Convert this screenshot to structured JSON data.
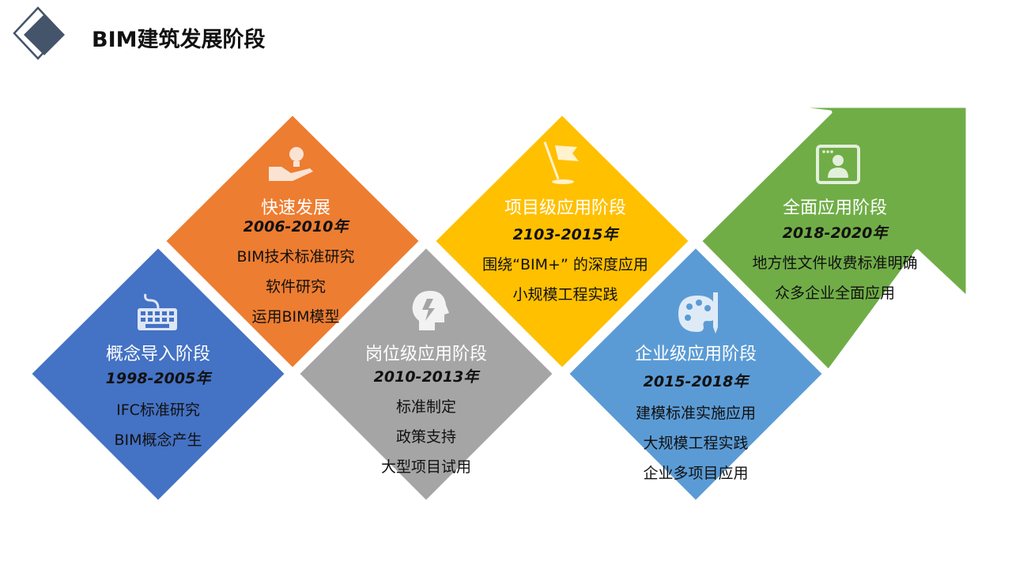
{
  "page_title": "BIM建筑发展阶段",
  "colors": {
    "blue": "#4472C4",
    "orange": "#ED7D31",
    "gray": "#A5A5A5",
    "gold": "#FFC000",
    "light_blue": "#5B9BD5",
    "green": "#70AD47",
    "logo_dark": "#44546A"
  },
  "stages": [
    {
      "id": "concept",
      "title": "概念导入阶段",
      "years": "1998-2005年",
      "items": [
        "IFC标准研究",
        "BIM概念产生"
      ],
      "icon": "keyboard-icon"
    },
    {
      "id": "fast",
      "title": "快速发展",
      "years": "2006-2010年",
      "items": [
        "BIM技术标准研究",
        "软件研究",
        "运用BIM模型"
      ],
      "icon": "lightbulb-hand-icon"
    },
    {
      "id": "post",
      "title": "岗位级应用阶段",
      "years": "2010-2013年",
      "items": [
        "标准制定",
        "政策支持",
        "大型项目试用"
      ],
      "icon": "head-idea-icon"
    },
    {
      "id": "project",
      "title": "项目级应用阶段",
      "years": "2103-2015年",
      "items": [
        "围绕“BIM+” 的深度应用",
        "小规模工程实践"
      ],
      "icon": "flag-icon"
    },
    {
      "id": "enterprise",
      "title": "企业级应用阶段",
      "years": "2015-2018年",
      "items": [
        "建模标准实施应用",
        "大规模工程实践",
        "企业多项目应用"
      ],
      "icon": "palette-icon"
    },
    {
      "id": "full",
      "title": "全面应用阶段",
      "years": "2018-2020年",
      "items": [
        "地方性文件收费标准明确",
        "众多企业全面应用"
      ],
      "icon": "presenter-icon"
    }
  ]
}
